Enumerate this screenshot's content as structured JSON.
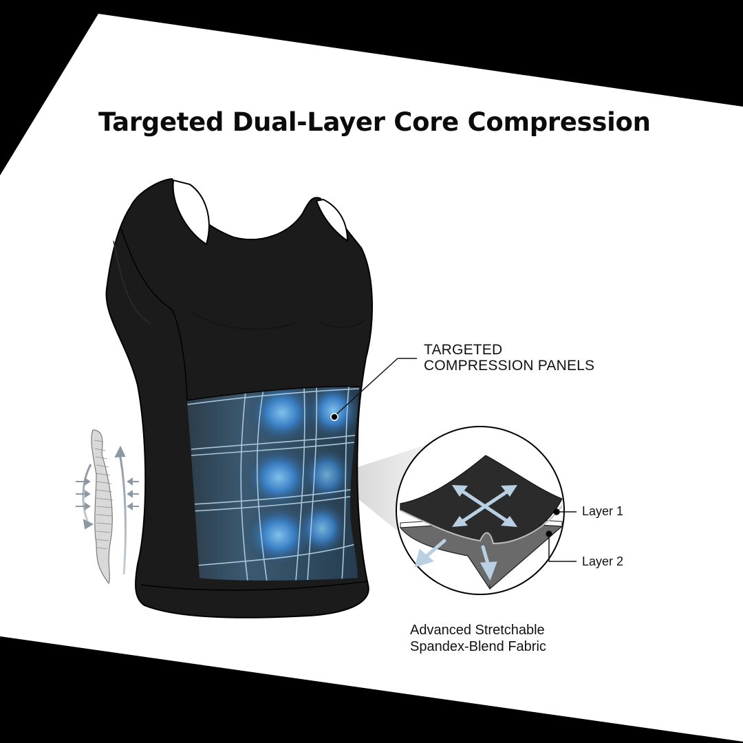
{
  "title": "Targeted Dual-Layer Core Compression",
  "callout": {
    "line1": "TARGETED",
    "line2": "COMPRESSION PANELS"
  },
  "layers": [
    {
      "label": "Layer 1"
    },
    {
      "label": "Layer 2"
    }
  ],
  "fabric_caption": {
    "line1": "Advanced Stretchable",
    "line2": "Spandex-Blend Fabric"
  },
  "icons": [
    "compression-shirt-icon",
    "spine-icon",
    "compression-arrows-icon",
    "fabric-layers-icon",
    "stretch-arrows-icon"
  ],
  "colors": {
    "background": "#000000",
    "card": "#ffffff",
    "shirt": "#1c1c1c",
    "panel_glow": "#3f8fd8",
    "grid_line": "#a9c8de",
    "spine": "#d6d6d6"
  }
}
